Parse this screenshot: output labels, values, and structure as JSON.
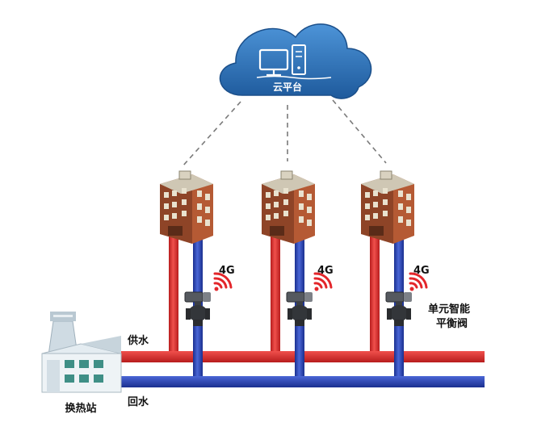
{
  "cloud": {
    "label": "云平台"
  },
  "signals": [
    {
      "label": "4G"
    },
    {
      "label": "4G"
    },
    {
      "label": "4G"
    }
  ],
  "valve_label": {
    "line1": "单元智能",
    "line2": "平衡阀"
  },
  "station": {
    "label": "换热站"
  },
  "pipes": {
    "supply_label": "供水",
    "return_label": "回水"
  },
  "colors": {
    "supply": "#d62b2b",
    "return": "#2a45b8",
    "cloud": "#2c6fb2",
    "signal": "#e3262b",
    "building_wall": "#a8512f",
    "station_wall": "#dfe8ee"
  }
}
